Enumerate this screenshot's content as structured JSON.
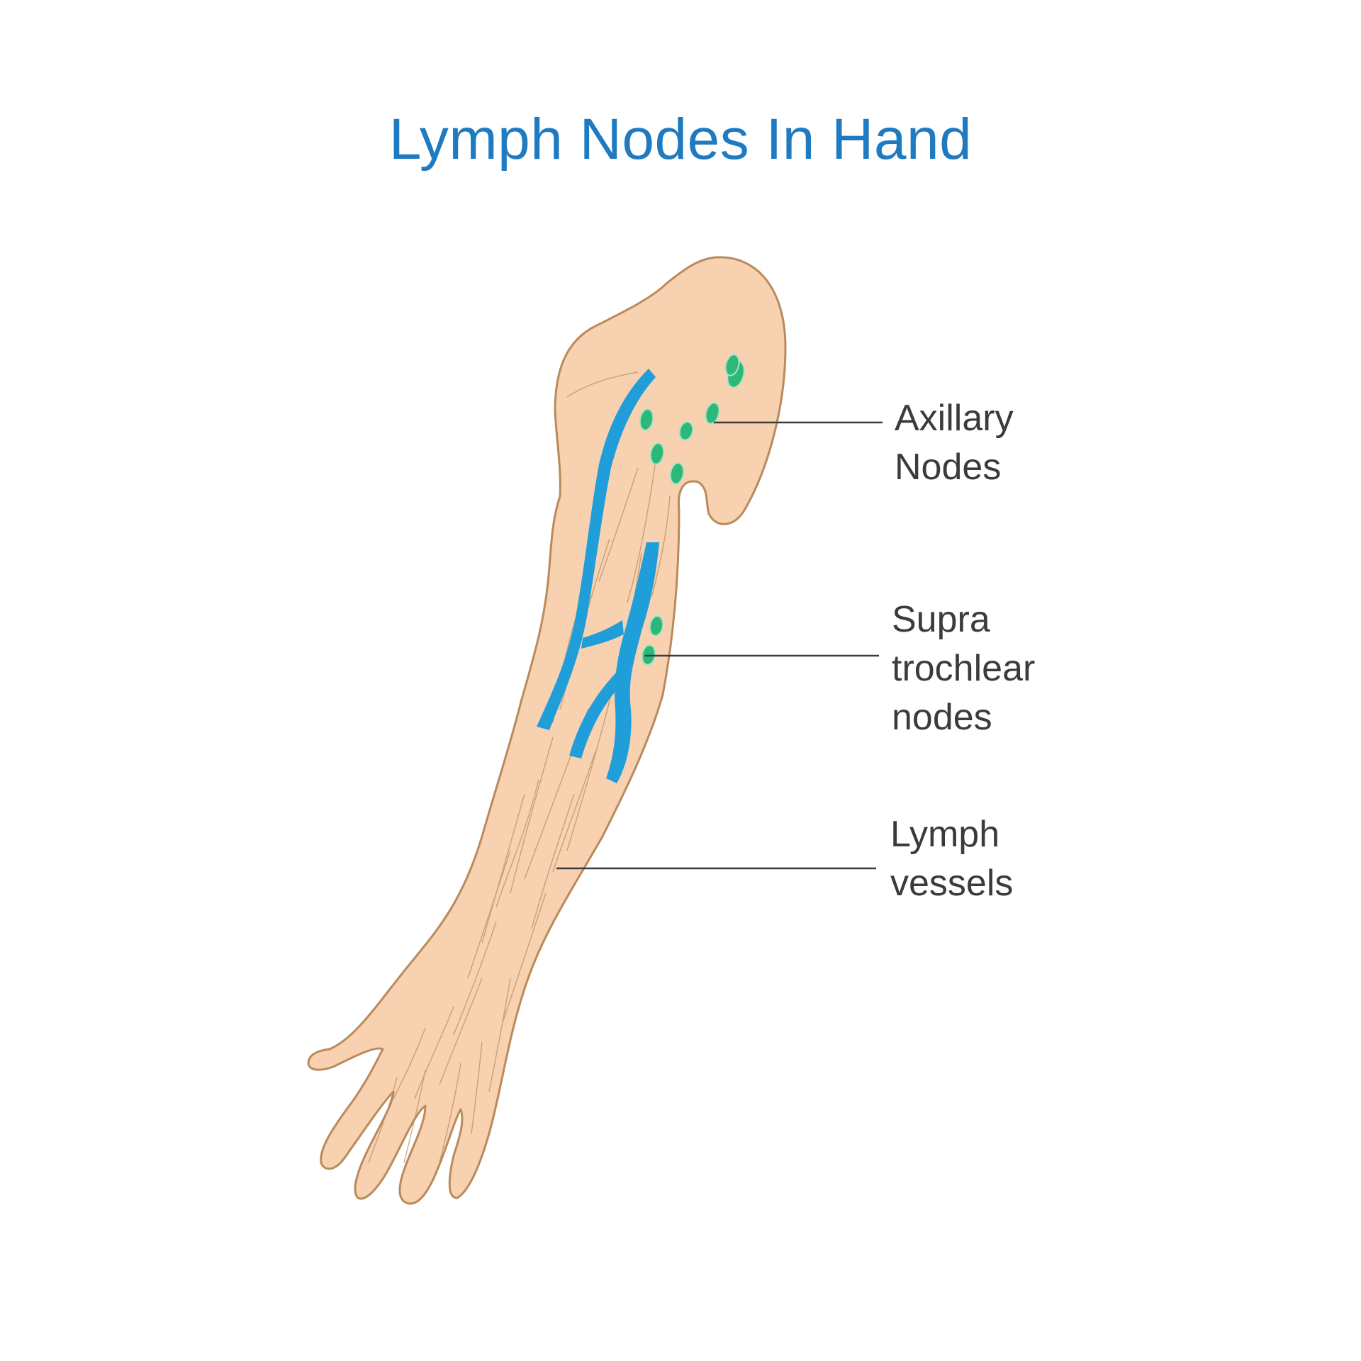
{
  "title": "Lymph Nodes In Hand",
  "labels": {
    "axillary": [
      "Axillary",
      "Nodes"
    ],
    "supra": [
      "Supra",
      "trochlear",
      "nodes"
    ],
    "lymph": [
      "Lymph",
      "vessels"
    ]
  },
  "colors": {
    "title": "#1f7bc1",
    "skin": "#f8d1b1",
    "skin_outline": "#b98a5c",
    "vessel": "#1f9ed9",
    "node": "#2db87a",
    "label_text": "#3b3b3b",
    "leader_line": "#3b3b3b"
  }
}
